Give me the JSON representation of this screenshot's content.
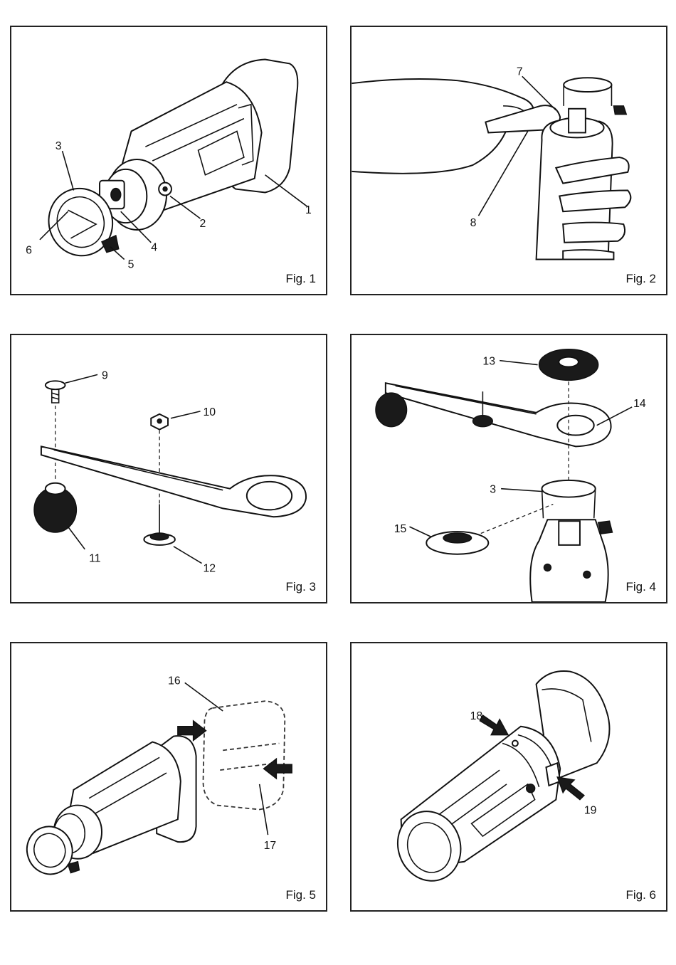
{
  "figures": [
    {
      "label": "Fig. 1",
      "callouts": [
        "1",
        "2",
        "3",
        "4",
        "5",
        "6"
      ]
    },
    {
      "label": "Fig. 2",
      "callouts": [
        "7",
        "8"
      ]
    },
    {
      "label": "Fig. 3",
      "callouts": [
        "9",
        "10",
        "11",
        "12"
      ]
    },
    {
      "label": "Fig. 4",
      "callouts": [
        "13",
        "14",
        "3",
        "15"
      ]
    },
    {
      "label": "Fig. 5",
      "callouts": [
        "16",
        "17"
      ]
    },
    {
      "label": "Fig. 6",
      "callouts": [
        "18",
        "19"
      ]
    }
  ]
}
